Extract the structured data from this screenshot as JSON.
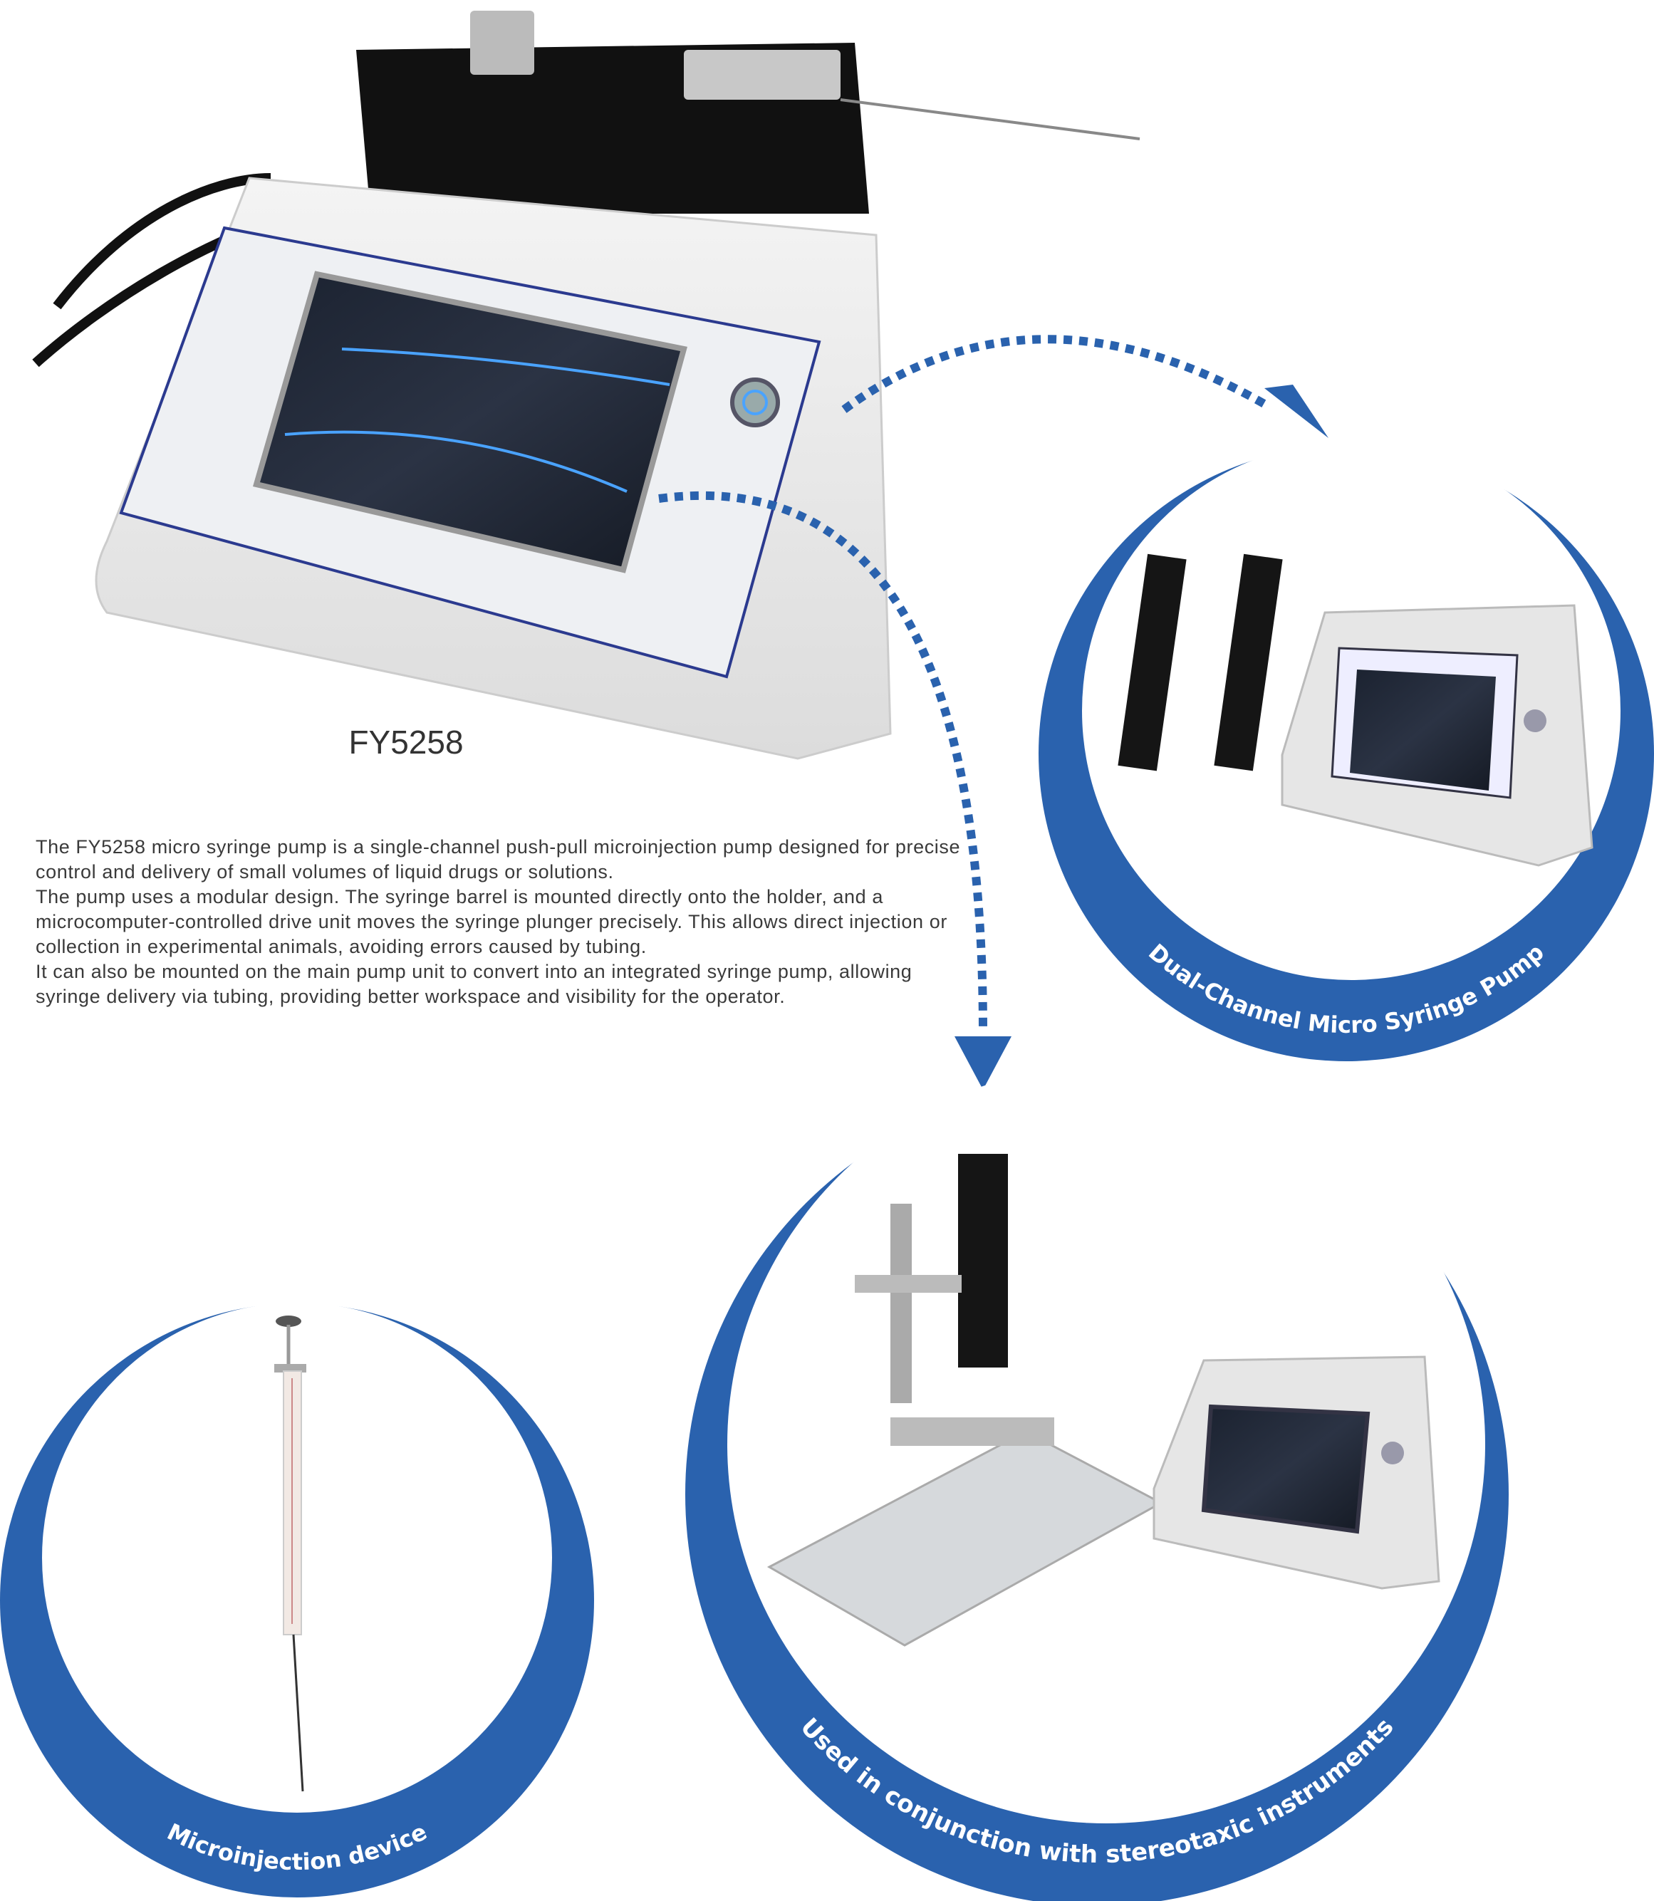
{
  "product": {
    "model": "FY5258",
    "description": [
      "The FY5258 micro syringe pump is a single-channel push-pull microinjection pump designed for precise control and delivery of small volumes of liquid drugs or solutions.",
      "The pump uses a modular design. The syringe barrel is mounted directly onto the holder, and a microcomputer-controlled drive unit moves the syringe plunger precisely. This allows direct injection or collection in experimental animals, avoiding errors caused by tubing.",
      "It can also be mounted on the main pump unit to convert into an integrated syringe pump, allowing syringe delivery via tubing, providing better workspace and visibility for the operator."
    ]
  },
  "callouts": {
    "dual_channel": "Dual-Channel Micro Syringe Pump",
    "stereotaxic": "Used in conjunction with stereotaxic instruments",
    "microinjection": "Microinjection device"
  },
  "colors": {
    "accent": "#2a62ae"
  }
}
